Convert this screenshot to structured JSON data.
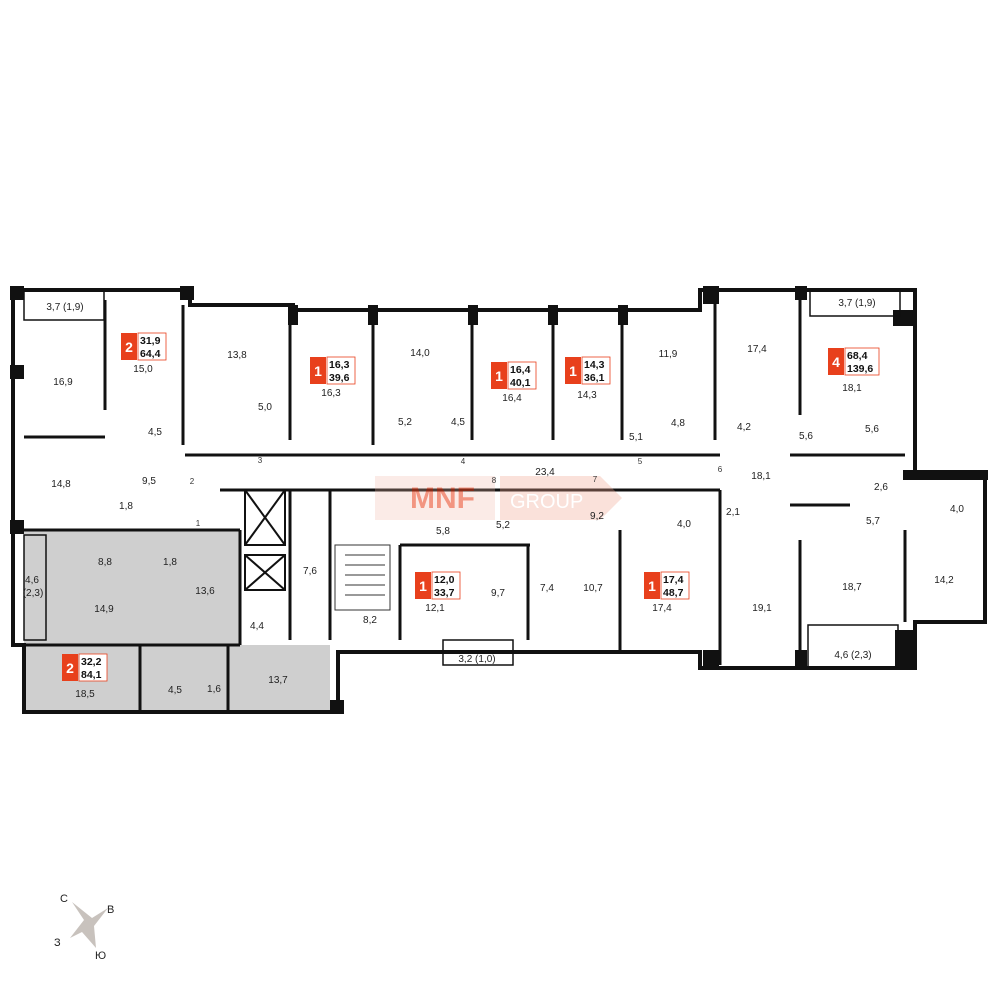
{
  "colors": {
    "accent": "#e8401c",
    "wall": "#111111",
    "selected_fill": "#cfcfcf",
    "watermark": "#e8401c"
  },
  "watermark": {
    "left": "MNF",
    "right": "GROUP"
  },
  "compass": {
    "n": "С",
    "e": "В",
    "w": "З",
    "s": "Ю"
  },
  "selected_apartment": "apt-2-left",
  "apartments": [
    {
      "id": "apt-2-top-left",
      "rooms": "2",
      "living": "31,9",
      "total": "64,4"
    },
    {
      "id": "apt-1-a",
      "rooms": "1",
      "living": "16,3",
      "total": "39,6"
    },
    {
      "id": "apt-1-b",
      "rooms": "1",
      "living": "16,4",
      "total": "40,1"
    },
    {
      "id": "apt-1-c",
      "rooms": "1",
      "living": "14,3",
      "total": "36,1"
    },
    {
      "id": "apt-4",
      "rooms": "4",
      "living": "68,4",
      "total": "139,6"
    },
    {
      "id": "apt-2-left",
      "rooms": "2",
      "living": "32,2",
      "total": "84,1"
    },
    {
      "id": "apt-1-d",
      "rooms": "1",
      "living": "12,0",
      "total": "33,7"
    },
    {
      "id": "apt-1-e",
      "rooms": "1",
      "living": "17,4",
      "total": "48,7"
    }
  ],
  "room_areas": [
    "3,7 (1,9)",
    "16,9",
    "15,0",
    "13,8",
    "16,3",
    "14,0",
    "16,4",
    "14,3",
    "11,9",
    "17,4",
    "3,7 (1,9)",
    "18,1",
    "4,5",
    "5,0",
    "5,2",
    "4,5",
    "5,1",
    "4,8",
    "4,2",
    "5,6",
    "5,6",
    "14,8",
    "9,5",
    "1,8",
    "23,4",
    "18,1",
    "2,6",
    "5,7",
    "4,0",
    "5,8",
    "5,2",
    "9,2",
    "2,1",
    "4,0",
    "8,8",
    "1,8",
    "4,6",
    "(2,3)",
    "14,9",
    "13,6",
    "7,6",
    "4,4",
    "12,1",
    "9,7",
    "7,4",
    "10,7",
    "17,4",
    "19,1",
    "18,7",
    "14,2",
    "8,2",
    "3,2 (1,0)",
    "4,6 (2,3)",
    "18,5",
    "4,5",
    "1,6",
    "13,7"
  ],
  "door_numbers": [
    "1",
    "2",
    "3",
    "4",
    "5",
    "6",
    "7",
    "8"
  ]
}
